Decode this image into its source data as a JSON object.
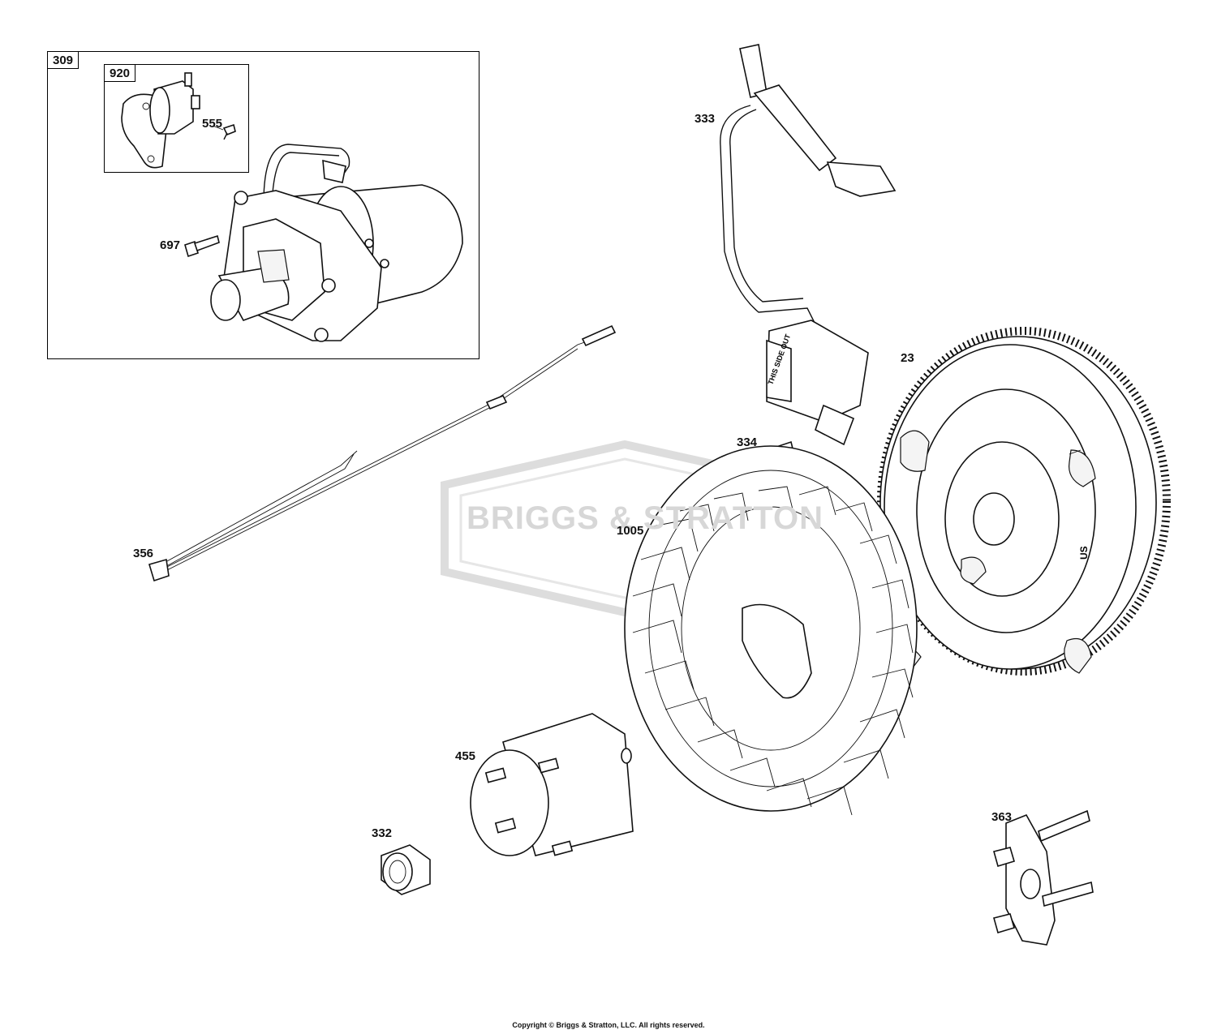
{
  "parts": {
    "p309": "309",
    "p920": "920",
    "p555": "555",
    "p697": "697",
    "p333": "333",
    "p23": "23",
    "p334": "334",
    "p1005": "1005",
    "p356": "356",
    "p455": "455",
    "p332": "332",
    "p363": "363"
  },
  "watermark": "BRIGGS & STRATTON",
  "copyright": "Copyright © Briggs & Stratton, LLC. All rights reserved."
}
